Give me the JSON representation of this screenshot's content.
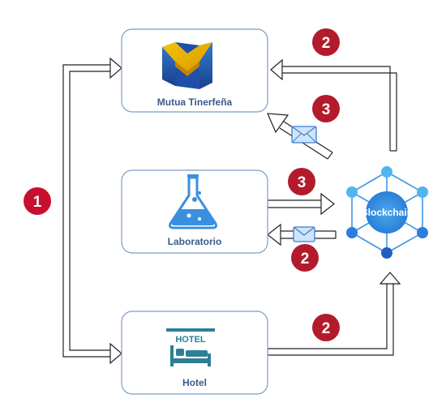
{
  "nodes": {
    "mutua": {
      "label": "Mutua Tinerfeña",
      "icon": "mutua-logo-icon"
    },
    "laboratorio": {
      "label": "Laboratorio",
      "icon": "flask-icon"
    },
    "hotel": {
      "label": "Hotel",
      "icon": "hotel-bed-icon",
      "sign": "HOTEL"
    },
    "blockchain": {
      "label": "Blockchain",
      "icon": "blockchain-network-icon"
    }
  },
  "badges": {
    "left_vertical": "1",
    "mutua_top": "2",
    "mutua_message": "3",
    "lab_to_blockchain": "3",
    "blockchain_to_lab": "2",
    "hotel_to_blockchain": "2"
  },
  "colors": {
    "badge_red": "#c8102e",
    "node_border": "#7b9cc7",
    "node_label": "#3b5a8a",
    "flask_blue": "#3a8fe0",
    "blockchain_node_dark": "#2b7de0",
    "blockchain_node_light": "#4fb6ee",
    "hotel_teal": "#2e7f96",
    "envelope_blue": "#7fb8f0"
  }
}
